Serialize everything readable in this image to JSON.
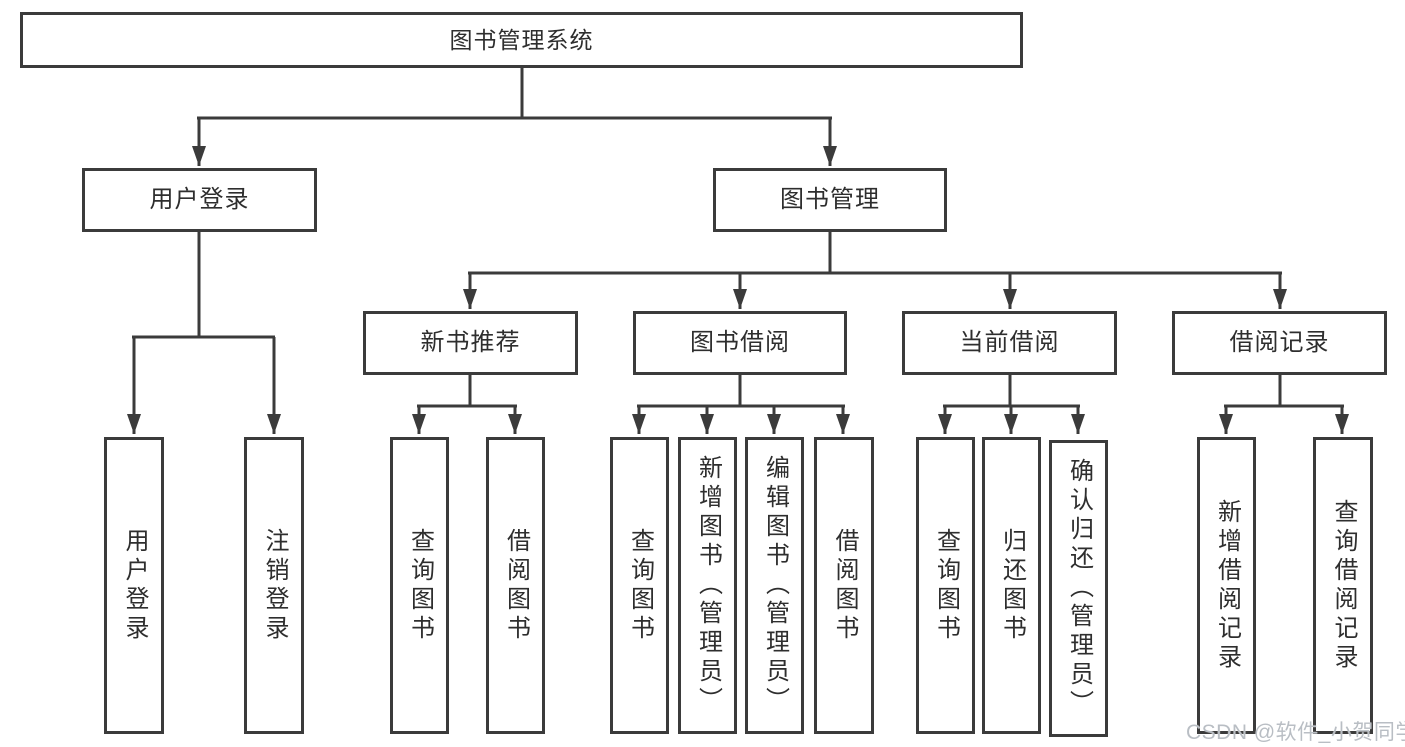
{
  "diagram": {
    "root": {
      "label": "图书管理系统"
    },
    "branches": [
      {
        "label": "用户登录",
        "children": [
          {
            "label": "用户登录"
          },
          {
            "label": "注销登录"
          }
        ]
      },
      {
        "label": "图书管理",
        "children": [
          {
            "label": "新书推荐",
            "children": [
              {
                "label": "查询图书"
              },
              {
                "label": "借阅图书"
              }
            ]
          },
          {
            "label": "图书借阅",
            "children": [
              {
                "label": "查询图书"
              },
              {
                "label": "新增图书（管理员）"
              },
              {
                "label": "编辑图书（管理员）"
              },
              {
                "label": "借阅图书"
              }
            ]
          },
          {
            "label": "当前借阅",
            "children": [
              {
                "label": "查询图书"
              },
              {
                "label": "归还图书"
              },
              {
                "label": "确认归还（管理员）"
              }
            ]
          },
          {
            "label": "借阅记录",
            "children": [
              {
                "label": "新增借阅记录"
              },
              {
                "label": "查询借阅记录"
              }
            ]
          }
        ]
      }
    ]
  },
  "watermark": {
    "text": "CSDN @软件_小贺同学"
  },
  "colors": {
    "line": "#3b3b3b",
    "text": "#2e2e2e",
    "node_background": "#ffffff",
    "page_background": "#ffffff",
    "watermark": "#b9bec4"
  }
}
